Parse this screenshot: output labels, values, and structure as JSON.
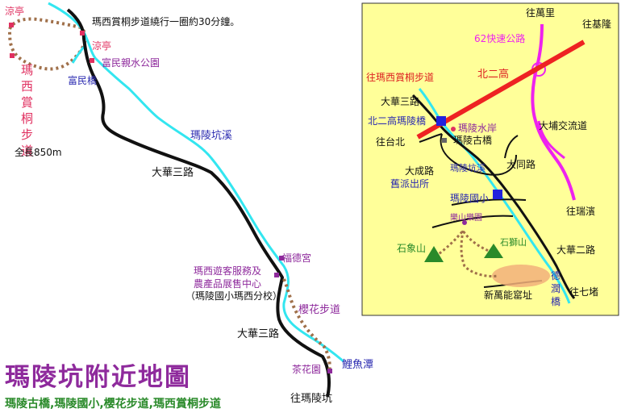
{
  "title": "瑪陵坑附近地圖",
  "subtitle": "瑪陵古橋,瑪陵國小,櫻花步道,瑪西賞桐步道",
  "colors": {
    "river": "#33e6f0",
    "road": "#111111",
    "trail": "#a0704a",
    "freeway": "#ee2222",
    "expressway": "#ee22ee",
    "title": "#8e2a9c",
    "subtitle": "#2a8a2a",
    "inset_bg": "#ffff99",
    "purple_label": "#8e2a9c",
    "magenta_label": "#e03060",
    "blue_label": "#2a2ab0",
    "red_label": "#dd2222"
  },
  "left_map": {
    "loop_note": "瑪西賞桐步道繞行一圈約30分鐘。",
    "pavilion_top": "涼亭",
    "pavilion_mid": "涼亭",
    "trail_name": [
      "瑪",
      "西",
      "賞",
      "桐",
      "步",
      "道"
    ],
    "trail_length": "全長850m",
    "park": "富民親水公園",
    "bridge": "富民橋",
    "creek": "瑪陵坑溪",
    "road_upper": "大華三路",
    "temple": "福德宮",
    "service_center_1": "瑪西遊客服務及",
    "service_center_2": "農產品展售中心",
    "service_center_3": "（瑪陵國小瑪西分校）",
    "cherry_trail": "櫻花步道",
    "road_lower": "大華三路",
    "tea_garden": "茶花園",
    "carp_pool": "鯉魚潭",
    "to_maling": "往瑪陵坑"
  },
  "inset": {
    "to_wanli": "往萬里",
    "to_keelung": "往基隆",
    "expressway": "62快速公路",
    "freeway": "北二高",
    "to_maxi_trail": "往瑪西賞桐步道",
    "road_dahua3": "大華三路",
    "freeway_bridge": "北二高瑪陵橋",
    "shore": "瑪陵水岸",
    "old_bridge": "瑪陵古橋",
    "to_taipei": "往台北",
    "interchange": "大埔交流道",
    "dacheng_rd": "大成路",
    "creek": "瑪陵坑溪",
    "datong_rd": "大同路",
    "police": "舊派出所",
    "school": "瑪陵國小",
    "to_ruibin": "往瑞濱",
    "music_park": "樂山樂園",
    "shixiang_mtn": "石象山",
    "shishi_mtn": "石獅山",
    "road_dahua2": "大華二路",
    "dexun_1": "德",
    "dexun_2": "潤",
    "dexun_3": "橋",
    "power_site": "新萬能窰址",
    "to_qidu": "往七堵"
  }
}
